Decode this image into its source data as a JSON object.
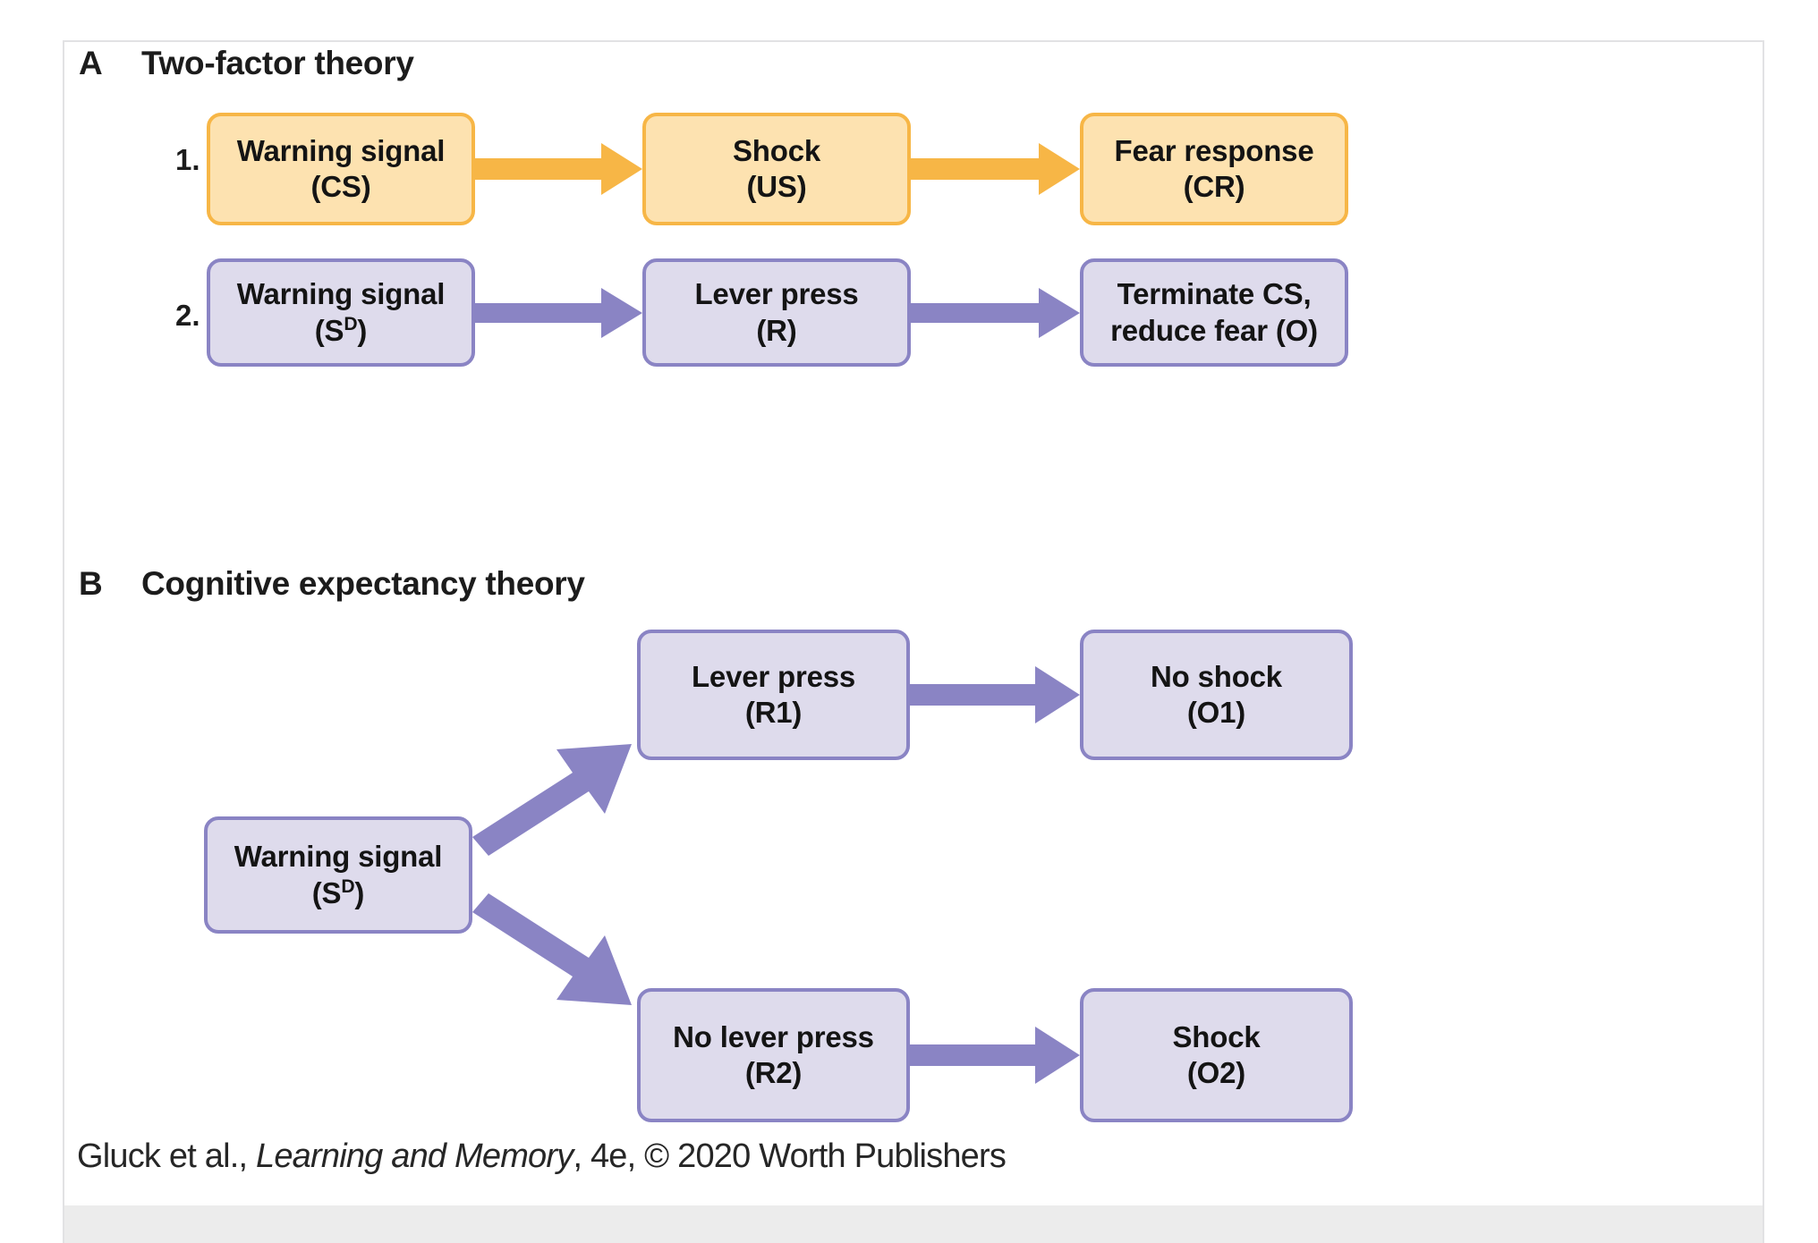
{
  "figure": {
    "sections": [
      {
        "letter": "A",
        "title": "Two-factor theory",
        "rows": [
          {
            "number": "1.",
            "nodes": [
              {
                "line1": "Warning signal",
                "line2": "(CS)"
              },
              {
                "line1": "Shock",
                "line2": "(US)"
              },
              {
                "line1": "Fear response",
                "line2": "(CR)"
              }
            ]
          },
          {
            "number": "2.",
            "nodes": [
              {
                "line1": "Warning signal",
                "line2": "(S",
                "sup": "D",
                "line2b": ")"
              },
              {
                "line1": "Lever press",
                "line2": "(R)"
              },
              {
                "line1": "Terminate CS,",
                "line2": "reduce fear (O)"
              }
            ]
          }
        ]
      },
      {
        "letter": "B",
        "title": "Cognitive expectancy theory",
        "nodes": {
          "source": {
            "line1": "Warning signal",
            "line2": "(S",
            "sup": "D",
            "line2b": ")"
          },
          "branch_top": {
            "line1": "Lever press",
            "line2": "(R1)"
          },
          "outcome_top": {
            "line1": "No shock",
            "line2": "(O1)"
          },
          "branch_bottom": {
            "line1": "No lever press",
            "line2": "(R2)"
          },
          "outcome_bottom": {
            "line1": "Shock",
            "line2": "(O2)"
          }
        }
      }
    ]
  },
  "credit": {
    "prefix": "Gluck et al., ",
    "italic": "Learning and Memory",
    "suffix": ", 4e, © 2020 Worth Publishers"
  },
  "colors": {
    "orange_fill": "#fde2b0",
    "orange_stroke": "#f7b646",
    "purple_fill": "#dedbec",
    "purple_stroke": "#8a84c4",
    "arrow_orange": "#f7b646",
    "arrow_purple": "#8a84c4",
    "frame_border": "#e2e2e4",
    "bottom_band": "#ececec",
    "text": "#141414"
  }
}
